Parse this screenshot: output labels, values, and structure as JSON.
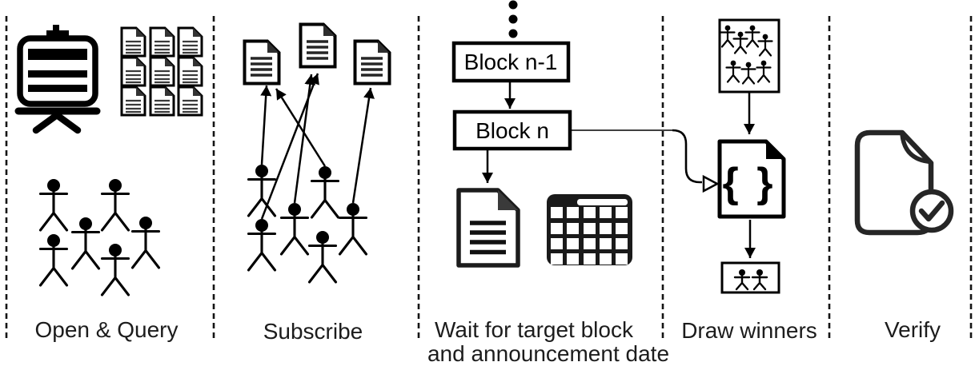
{
  "figure": {
    "background": "#ffffff",
    "ink": "#000000",
    "phases": [
      {
        "label": "Open & Query",
        "icons": [
          "presentation-board-icon",
          "documents-grid-icon",
          "crowd-icon"
        ]
      },
      {
        "label": "Subscribe",
        "icons": [
          "document-icon",
          "crowd-icon",
          "subscription-arrows"
        ]
      },
      {
        "label": "Wait for target block",
        "label_line2": "and announcement date",
        "blocks": [
          "Block n-1",
          "Block n"
        ],
        "icons": [
          "ellipsis-dots-icon",
          "document-icon",
          "calendar-icon"
        ]
      },
      {
        "label": "Draw winners",
        "code_glyph": "{ }",
        "icons": [
          "participants-box-icon",
          "code-file-icon",
          "winners-box-icon"
        ]
      },
      {
        "label": "Verify",
        "icons": [
          "verified-document-icon"
        ]
      }
    ]
  }
}
